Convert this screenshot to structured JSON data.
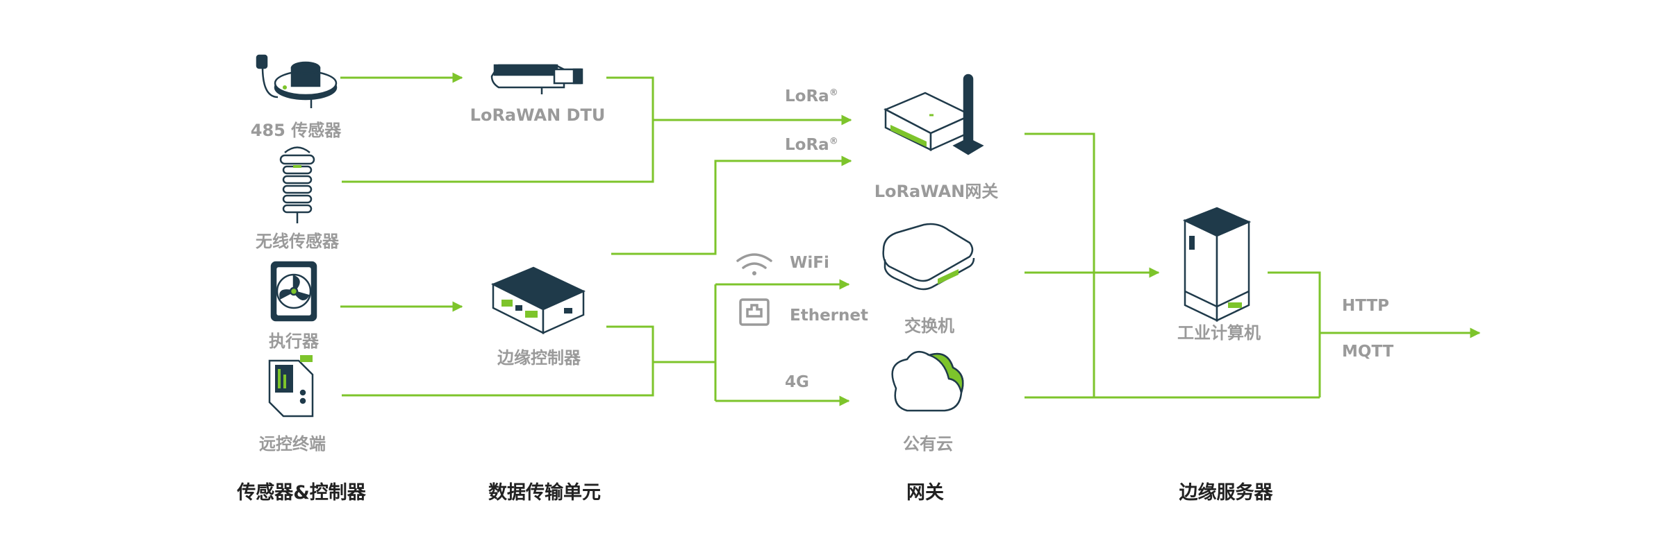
{
  "colors": {
    "accent": "#7dc42b",
    "ink": "#1f3a4a",
    "muted": "#9a9a9a",
    "title": "#222222"
  },
  "columns": {
    "sensors": "传感器&控制器",
    "dtu": "数据传输单元",
    "gateway": "网关",
    "server": "边缘服务器"
  },
  "devices": {
    "sensor485": "485 传感器",
    "wireless": "无线传感器",
    "actuator": "执行器",
    "rtu": "远控终端",
    "lorawan_dtu": "LoRaWAN DTU",
    "edge_controller": "边缘控制器",
    "lorawan_gateway": "LoRaWAN网关",
    "switch": "交换机",
    "cloud": "公有云",
    "industrial_pc": "工业计算机"
  },
  "protocols": {
    "lora_1": "LoRa",
    "lora_2": "LoRa",
    "reg_mark": "®",
    "wifi": "WiFi",
    "ethernet": "Ethernet",
    "cellular": "4G",
    "http": "HTTP",
    "mqtt": "MQTT"
  },
  "icons": [
    "sensor-485-icon",
    "wireless-sensor-icon",
    "fan-actuator-icon",
    "rtu-icon",
    "dtu-icon",
    "edge-controller-icon",
    "lorawan-gateway-icon",
    "switch-icon",
    "cloud-icon",
    "industrial-pc-icon",
    "wifi-icon",
    "ethernet-icon"
  ]
}
